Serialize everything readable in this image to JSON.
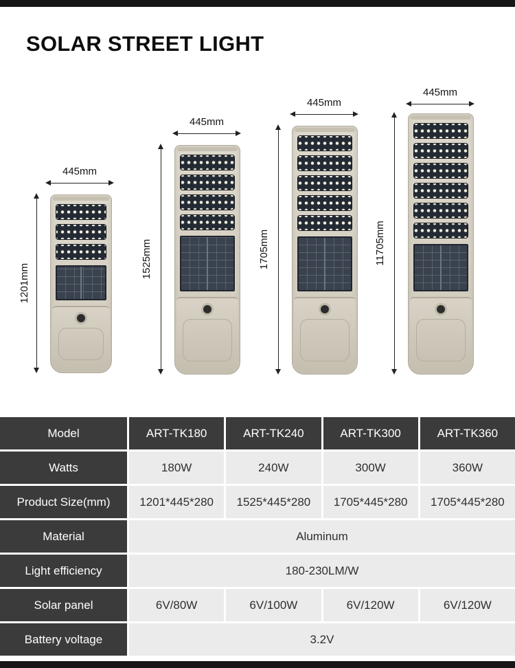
{
  "header": {
    "title": "SOLAR STREET LIGHT"
  },
  "lamps": [
    {
      "width_label": "445mm",
      "height_label": "1201mm",
      "led_modules": 3
    },
    {
      "width_label": "445mm",
      "height_label": "1525mm",
      "led_modules": 4
    },
    {
      "width_label": "445mm",
      "height_label": "1705mm",
      "led_modules": 5
    },
    {
      "width_label": "445mm",
      "height_label": "11705mm",
      "led_modules": 6
    }
  ],
  "table": {
    "rows": [
      {
        "label": "Model",
        "values": [
          "ART-TK180",
          "ART-TK240",
          "ART-TK300",
          "ART-TK360"
        ]
      },
      {
        "label": "Watts",
        "values": [
          "180W",
          "240W",
          "300W",
          "360W"
        ]
      },
      {
        "label": "Product Size(mm)",
        "values": [
          "1201*445*280",
          "1525*445*280",
          "1705*445*280",
          "1705*445*280"
        ]
      },
      {
        "label": "Material",
        "span": "Aluminum"
      },
      {
        "label": "Light efficiency",
        "span": "180-230LM/W"
      },
      {
        "label": "Solar panel",
        "values": [
          "6V/80W",
          "6V/100W",
          "6V/120W",
          "6V/120W"
        ]
      },
      {
        "label": "Battery voltage",
        "span": "3.2V"
      }
    ]
  },
  "colors": {
    "top_bar": "#161616",
    "table_header": "#3b3b3b",
    "table_cell": "#ebebeb",
    "lamp_body": "#d7d2c5",
    "solar_panel": "#3a424e"
  }
}
